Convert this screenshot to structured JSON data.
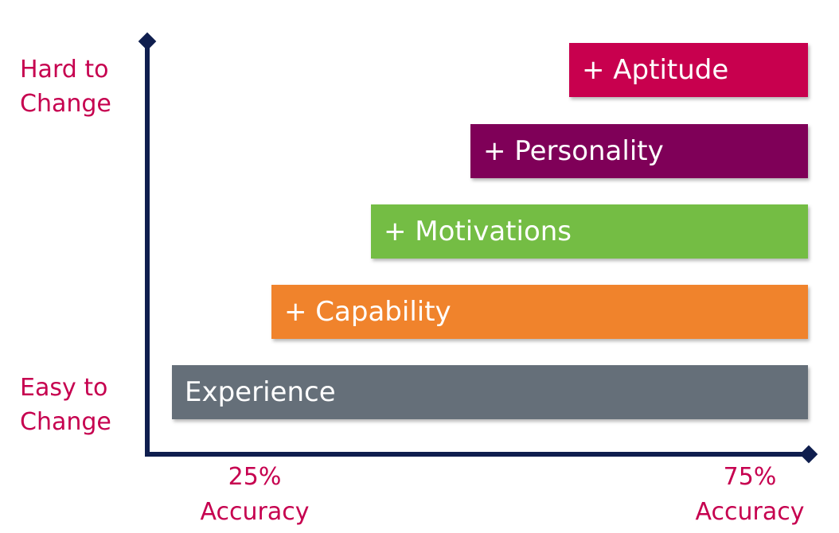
{
  "y_axis": {
    "top_label": [
      "Hard to",
      "Change"
    ],
    "bottom_label": [
      "Easy to",
      "Change"
    ]
  },
  "x_axis": {
    "left_label": [
      "25%",
      "Accuracy"
    ],
    "right_label": [
      "75%",
      "Accuracy"
    ]
  },
  "bars": [
    {
      "label": "+ Aptitude",
      "color": "#c8004e"
    },
    {
      "label": "+ Personality",
      "color": "#7f0058"
    },
    {
      "label": "+ Motivations",
      "color": "#74bd44"
    },
    {
      "label": "+ Capability",
      "color": "#f0832c"
    },
    {
      "label": "Experience",
      "color": "#656f79"
    }
  ],
  "colors": {
    "axis": "#0f1e4e",
    "label_text": "#c6004f"
  }
}
